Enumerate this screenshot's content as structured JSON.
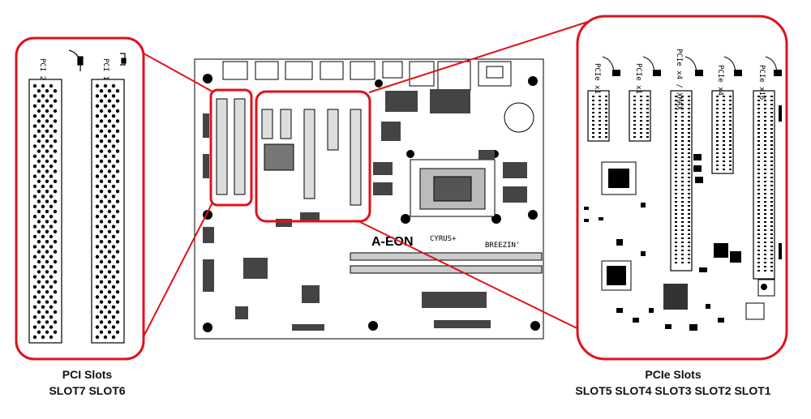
{
  "colors": {
    "highlight": "#e0111b",
    "line": "#000000",
    "background": "#ffffff"
  },
  "board": {
    "brand_logo": "A-EON",
    "model_logo": "CYRUS+",
    "codename": "BREEZIN'"
  },
  "pci_zoom": {
    "slot_labels": [
      "PCI 2",
      "PCI 1"
    ]
  },
  "pcie_zoom": {
    "slot_labels": [
      "PCIe x1",
      "PCIe x1",
      "PCIe x4 / XMAX",
      "PCIe x4",
      "PCIe x16"
    ]
  },
  "captions": {
    "pci_title": "PCI Slots",
    "pci_slots": "SLOT7 SLOT6",
    "pcie_title": "PCIe Slots",
    "pcie_slots": "SLOT5 SLOT4 SLOT3 SLOT2 SLOT1"
  }
}
